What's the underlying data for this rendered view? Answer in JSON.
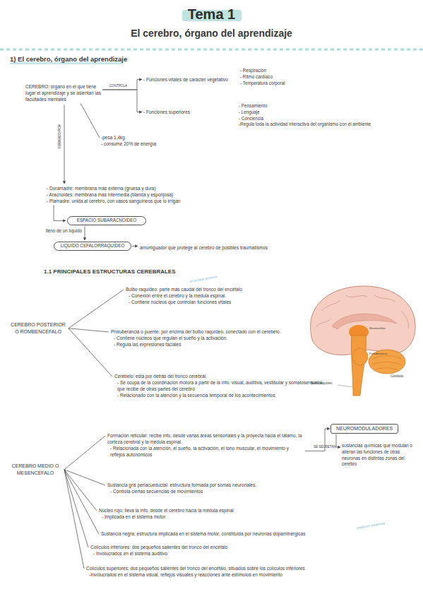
{
  "diagram": {
    "title": "Tema 1",
    "nodes": [
      {
        "text": [
          "CEREBRO: órgano en el que tiene lugar el aprendizaje y se asientan las facultades mentales"
        ]
      },
      {
        "text": [
          "- Funciones vitales de carácter vegetativo"
        ]
      },
      {
        "text": [
          "- Respiración",
          "- Ritmo cardíaco",
          "- Temperatura corporal"
        ]
      },
      {
        "text": [
          "- Funciones superiores"
        ]
      },
      {
        "text": [
          "- Pensamiento",
          "- Lenguaje",
          "- Conciencia",
          "-Regula toda la actividad interactiva del organismo con el ambiente"
        ]
      },
      {
        "text": [
          "-pesa 1,4kg",
          "- consume 20% de energía"
        ]
      },
      {
        "text": [
          "- Duramadre: membrana más externa (gruesa y dura)",
          "- Aracnoides: membrana más intermedia (blanda y esponjosa)",
          "- Piamadre: unida al cerebro, con vasos sanguíneos que lo irrigan"
        ]
      },
      {
        "text": [
          "ESPACIO SUBARACNOIDEO"
        ]
      },
      {
        "text": [
          "LIQUIDO CEFALORRAQUÍDEO"
        ]
      },
      {
        "text": [
          "amortiguador que protege al cerebro de posibles traumatismos"
        ]
      },
      {
        "text": [
          "CEREBRO POSTERIOR O ROMBENCÉFALO"
        ]
      },
      {
        "text": [
          "Bulbo raquídeo: parte más caudal del tronco del encéfalo.",
          "- Conexión entre el cerebro y la médula espinal.",
          "- Contiene núcleos que controlan funciones vitales"
        ]
      },
      {
        "text": [
          "Protuberancia o puente: por encima del bulbo raquídeo, conectado con el cerebelo.",
          "- Contiene núcleos que regulan el sueño y la activación.",
          "- Regula las expresiones faciales"
        ]
      },
      {
        "text": [
          "Cerebelo: está por detrás del tronco cerebral.",
          "- Se ocupa de la coordinación motora a partir de la info. visual, auditiva, vestibular y somatosensorial que recibe de otras partes del cerebro",
          "- Relacionado con la atención y la secuencia temporal de los acontecimientos"
        ]
      },
      {
        "text": [
          "CEREBRO MEDIO O MESENCÉFALO"
        ]
      },
      {
        "text": [
          "Formación reticular: recibe info. desde varias áreas sensoriales y la proyecta hacia el tálamo, la corteza cerebral y la médula espinal.",
          "- Relacionada con la atención, el sueño, la activación, el tono muscular, el movimiento y reflejos autonómicos"
        ]
      },
      {
        "text": [
          "NEUROMODULADORES"
        ]
      },
      {
        "text": [
          "sustancias químicas que modulan o alteran las funciones de otras neuronas en distintas zonas del cerebro"
        ]
      },
      {
        "text": [
          "Sustancia gris periacueductal: estructura formada por somas neuronales.",
          "- Controla ciertas secuencias de movimientos"
        ]
      },
      {
        "text": [
          "Núcleo rojo: lleva la info. desde el cerebro hacia la médula espinal",
          "- Implicada en el sistema motor"
        ]
      },
      {
        "text": [
          "Sustancia negra: estructura implicada en el sistema motor, constituida por neuronas dopaminérgicas"
        ]
      },
      {
        "text": [
          "Colículos inferiores: dos pequeños salientes del tronco del encéfalo",
          "- Involucrados en el sistema auditivo"
        ]
      },
      {
        "text": [
          "Colículos superiores: dos pequeños salientes del tronco del encéfalo, situados sobre los colículos inferiores",
          "-Involucrados en el sistema visual, reflejos visuales y reacciones ante estímulos en movimiento"
        ]
      }
    ],
    "edges": [
      {
        "from": 0,
        "to": 1,
        "label": "CONTROLA",
        "arrow": "to"
      },
      {
        "from": 0,
        "to": 3,
        "arrow": "to"
      },
      {
        "from": 0,
        "to": 5,
        "arrow": "none"
      },
      {
        "from": 0,
        "to": 6,
        "label": "FORMADO POR",
        "arrow": "to"
      },
      {
        "from": 6,
        "to": 7,
        "arrow": "to"
      },
      {
        "from": 7,
        "to": 8,
        "label": "lleno de un líquido",
        "arrow": "to"
      },
      {
        "from": 8,
        "to": 9,
        "arrow": "to"
      },
      {
        "from": 10,
        "to": 11,
        "arrow": "none"
      },
      {
        "from": 10,
        "to": 12,
        "arrow": "none"
      },
      {
        "from": 10,
        "to": 13,
        "arrow": "none"
      },
      {
        "from": 14,
        "to": 15,
        "arrow": "none"
      },
      {
        "from": 14,
        "to": 18,
        "arrow": "none"
      },
      {
        "from": 14,
        "to": 19,
        "arrow": "none"
      },
      {
        "from": 14,
        "to": 20,
        "arrow": "none"
      },
      {
        "from": 14,
        "to": 21,
        "arrow": "none"
      },
      {
        "from": 14,
        "to": 22,
        "arrow": "none"
      },
      {
        "from": 15,
        "to": 16,
        "label": "SE SECRETAN",
        "arrow": "to"
      },
      {
        "from": 16,
        "to": 17,
        "arrow": "to"
      }
    ],
    "labels": [
      "El cerebro, órgano del aprendizaje",
      "1) El cerebro, órgano del aprendizaje",
      "1.1 PRINCIPALES ESTRUCTURAS CEREBRALES",
      "en la parte posterior",
      "producen dopamina",
      "Mesencéfalo",
      "Protuberancia",
      "Cerebelo",
      "Bulbo raquídeo"
    ]
  }
}
